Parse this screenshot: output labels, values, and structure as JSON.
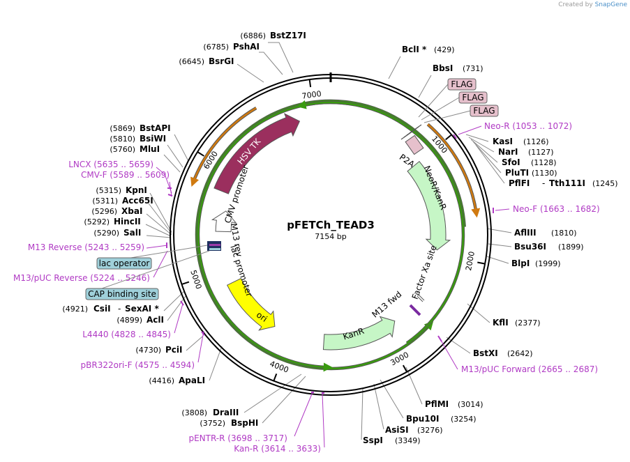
{
  "credit": {
    "prefix": "Created by",
    "brand": "SnapGene"
  },
  "plasmid": {
    "name": "pFETCh_TEAD3",
    "length": "7154 bp"
  },
  "ticks": [
    "1000",
    "2000",
    "3000",
    "4000",
    "5000",
    "6000",
    "7000"
  ],
  "enzymes_right": [
    {
      "name": "BclI *",
      "pos": "(429)"
    },
    {
      "name": "BbsI",
      "pos": "(731)"
    },
    {
      "name": "KasI",
      "pos": "(1126)"
    },
    {
      "name": "NarI",
      "pos": "(1127)"
    },
    {
      "name": "SfoI",
      "pos": "(1128)"
    },
    {
      "name": "PluTI",
      "pos": "(1130)"
    },
    {
      "name": "PflFI",
      "name2": "Tth111I",
      "sep": "-",
      "pos": "(1245)"
    },
    {
      "name": "AflIII",
      "pos": "(1810)"
    },
    {
      "name": "Bsu36I",
      "pos": "(1899)"
    },
    {
      "name": "BlpI",
      "pos": "(1999)"
    },
    {
      "name": "KflI",
      "pos": "(2377)"
    },
    {
      "name": "BstXI",
      "pos": "(2642)"
    },
    {
      "name": "PflMI",
      "pos": "(3014)"
    },
    {
      "name": "Bpu10I",
      "pos": "(3254)"
    },
    {
      "name": "AsiSI",
      "pos": "(3276)"
    },
    {
      "name": "SspI",
      "pos": "(3349)"
    }
  ],
  "enzymes_left": [
    {
      "name": "BstZ17I",
      "pos": "(6886)"
    },
    {
      "name": "PshAI",
      "pos": "(6785)"
    },
    {
      "name": "BsrGI",
      "pos": "(6645)"
    },
    {
      "name": "BstAPI",
      "pos": "(5869)"
    },
    {
      "name": "BsiWI",
      "pos": "(5810)"
    },
    {
      "name": "MluI",
      "pos": "(5760)"
    },
    {
      "name": "KpnI",
      "pos": "(5315)"
    },
    {
      "name": "Acc65I",
      "pos": "(5311)"
    },
    {
      "name": "XbaI",
      "pos": "(5296)"
    },
    {
      "name": "HincII",
      "pos": "(5292)"
    },
    {
      "name": "SalI",
      "pos": "(5290)"
    },
    {
      "name": "CsiI",
      "name2": "SexAI *",
      "sep": "-",
      "pos": "(4921)"
    },
    {
      "name": "AclI",
      "pos": "(4899)"
    },
    {
      "name": "PciI",
      "pos": "(4730)"
    },
    {
      "name": "ApaLI",
      "pos": "(4416)"
    },
    {
      "name": "DraIII",
      "pos": "(3808)"
    },
    {
      "name": "BspHI",
      "pos": "(3752)"
    }
  ],
  "primers": [
    {
      "name": "Neo-R",
      "range": "(1053 .. 1072)"
    },
    {
      "name": "Neo-F",
      "range": "(1663 .. 1682)"
    },
    {
      "name": "M13/pUC Forward",
      "range": "(2665 .. 2687)"
    },
    {
      "name": "LNCX",
      "range": "(5635 .. 5659)"
    },
    {
      "name": "CMV-F",
      "range": "(5589 .. 5609)"
    },
    {
      "name": "M13 Reverse",
      "range": "(5243 .. 5259)"
    },
    {
      "name": "M13/pUC Reverse",
      "range": "(5224 .. 5246)"
    },
    {
      "name": "L4440",
      "range": "(4828 .. 4845)"
    },
    {
      "name": "pBR322ori-F",
      "range": "(4575 .. 4594)"
    },
    {
      "name": "pENTR-R",
      "range": "(3698 .. 3717)"
    },
    {
      "name": "Kan-R",
      "range": "(3614 .. 3633)"
    }
  ],
  "feature_boxes": [
    "FLAG",
    "FLAG",
    "FLAG",
    "lac operator",
    "CAP binding site"
  ],
  "features": {
    "hsv_tk": "HSV TK",
    "neor": "NeoR/KanR",
    "kanr": "KanR",
    "ori": "ori",
    "cmv": "CMV promoter",
    "m13rev": "M13 rev",
    "lac": "lac promoter",
    "p2a": "P2A",
    "factor_xa": "Factor Xa site",
    "m13fwd": "M13 fwd"
  },
  "colors": {
    "hsv": "#9b2f5e",
    "neor": "#c6f6c6",
    "ori": "#ffff00",
    "flag": "#e6c0cc",
    "lac_box": "#9fd0da",
    "primer": "#b03ac4",
    "orange_arc": "#e8a020",
    "green_arc": "#3a9a10"
  }
}
